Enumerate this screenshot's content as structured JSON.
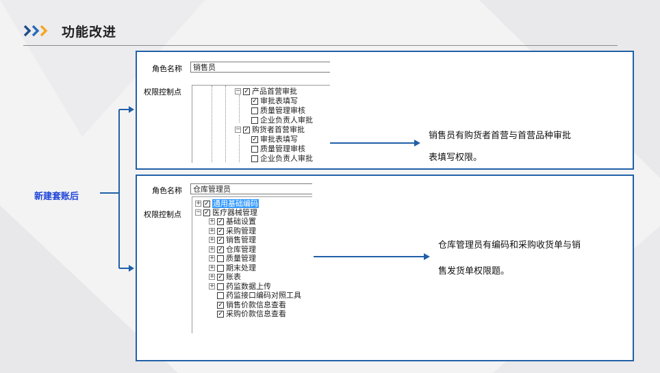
{
  "header": {
    "title": "功能改进",
    "icon": "triple-chevron-icon"
  },
  "side_label": "新建套账后",
  "panel1": {
    "role_label": "角色名称",
    "role_value": "销售员",
    "perm_label": "权限控制点",
    "tree": [
      {
        "label": "产品首营审批",
        "checked": true,
        "expander": "⊟"
      },
      {
        "label": "审批表填写",
        "checked": true
      },
      {
        "label": "质量管理审核",
        "checked": false
      },
      {
        "label": "企业负责人审批",
        "checked": false
      },
      {
        "label": "购货者首营审批",
        "checked": true,
        "expander": "⊟"
      },
      {
        "label": "审批表填写",
        "checked": true
      },
      {
        "label": "质量管理审核",
        "checked": false
      },
      {
        "label": "企业负责人审批",
        "checked": false
      }
    ],
    "annotation_line1": "销售员有购货者首营与首营品种审批",
    "annotation_line2": "表填写权限。"
  },
  "panel2": {
    "role_label": "角色名称",
    "role_value": "仓库管理员",
    "perm_label": "权限控制点",
    "tree": [
      {
        "label": "通用基础编码",
        "checked": true,
        "expander": "⊞",
        "selected": true
      },
      {
        "label": "医疗器械管理",
        "checked": true,
        "expander": "⊟"
      },
      {
        "label": "基础设置",
        "checked": true,
        "expander": "⊞"
      },
      {
        "label": "采购管理",
        "checked": true,
        "expander": "⊞"
      },
      {
        "label": "销售管理",
        "checked": true,
        "expander": "⊞"
      },
      {
        "label": "仓库管理",
        "checked": true,
        "expander": "⊞"
      },
      {
        "label": "质量管理",
        "checked": false,
        "expander": "⊞"
      },
      {
        "label": "期末处理",
        "checked": false,
        "expander": "⊞"
      },
      {
        "label": "账表",
        "checked": true,
        "expander": "⊞"
      },
      {
        "label": "药监数据上传",
        "checked": false,
        "expander": "⊞"
      },
      {
        "label": "药监接口编码对照工具",
        "checked": false
      },
      {
        "label": "销售价款信息查看",
        "checked": true
      },
      {
        "label": "采购价款信息查看",
        "checked": true
      }
    ],
    "annotation_line1": "仓库管理员有编码和采购收货单与销",
    "annotation_line2": "售发货单权限题。"
  },
  "colors": {
    "accent": "#1f5fa7",
    "side_label": "#1e44d8",
    "chevron_dark": "#1f4e8c",
    "chevron_light": "#f5a623"
  }
}
